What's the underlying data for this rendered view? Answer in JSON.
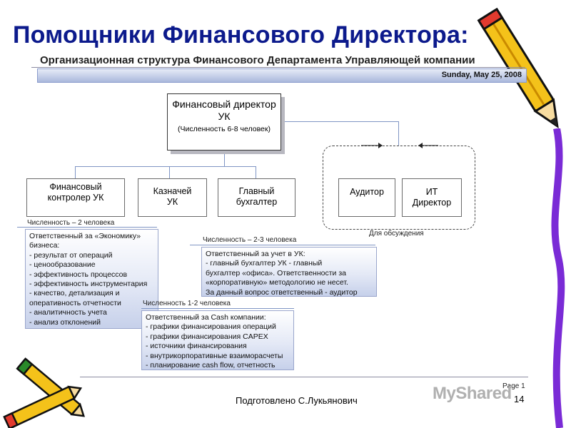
{
  "slide": {
    "title": "Помощники Финансового Директора:",
    "subtitle": "Организационная структура Финансового Департамента Управляющей компании",
    "date": "Sunday, May 25, 2008",
    "footer": "Подготовлено С.Лукьянович",
    "page_number": "14",
    "page_label": "Page 1",
    "watermark": "MyShared"
  },
  "org": {
    "ceo": {
      "label": "Финансовый директор УК",
      "note": "(Численность 6-8 человек)"
    },
    "controller": {
      "label": "Финансовый контролер УК"
    },
    "treasurer": {
      "label": "Казначей УК"
    },
    "accountant": {
      "label": "Главный бухгалтер"
    },
    "auditor": {
      "label": "Аудитор"
    },
    "it": {
      "label": "ИТ Директор"
    },
    "discussion_label": "Для обсуждения"
  },
  "notes": {
    "controller": {
      "headcount": "Численность – 2 человека",
      "text": "Ответственный за «Экономику» бизнеса:\n- результат от операций\n- ценообразование\n- эффективность процессов\n- эффективность инструментария\n- качество, детализация и\n  оперативность отчетности\n- аналитичность учета\n- анализ отклонений"
    },
    "accountant": {
      "headcount": "Численность – 2-3 человека",
      "text": "Ответственный за учет в УК:\n- главный бухгалтер УК - главный\nбухгалтер «офиса». Ответственности за\n«корпоративную» методологию не несет.\nЗа данный вопрос ответственный - аудитор"
    },
    "treasurer": {
      "headcount": "Численность 1-2 человека",
      "text": "Ответственный за Cash компании:\n- графики финансирования операций\n- графики финансирования CAPEX\n- источники финансирования\n- внутрикорпоративные взаиморасчеты\n- планирование cash flow, отчетность"
    }
  },
  "colors": {
    "title": "#0c1a8c",
    "connector": "#7f95c4",
    "note_fill": "#c6d0ea",
    "date_bar": "#aab8dc"
  }
}
